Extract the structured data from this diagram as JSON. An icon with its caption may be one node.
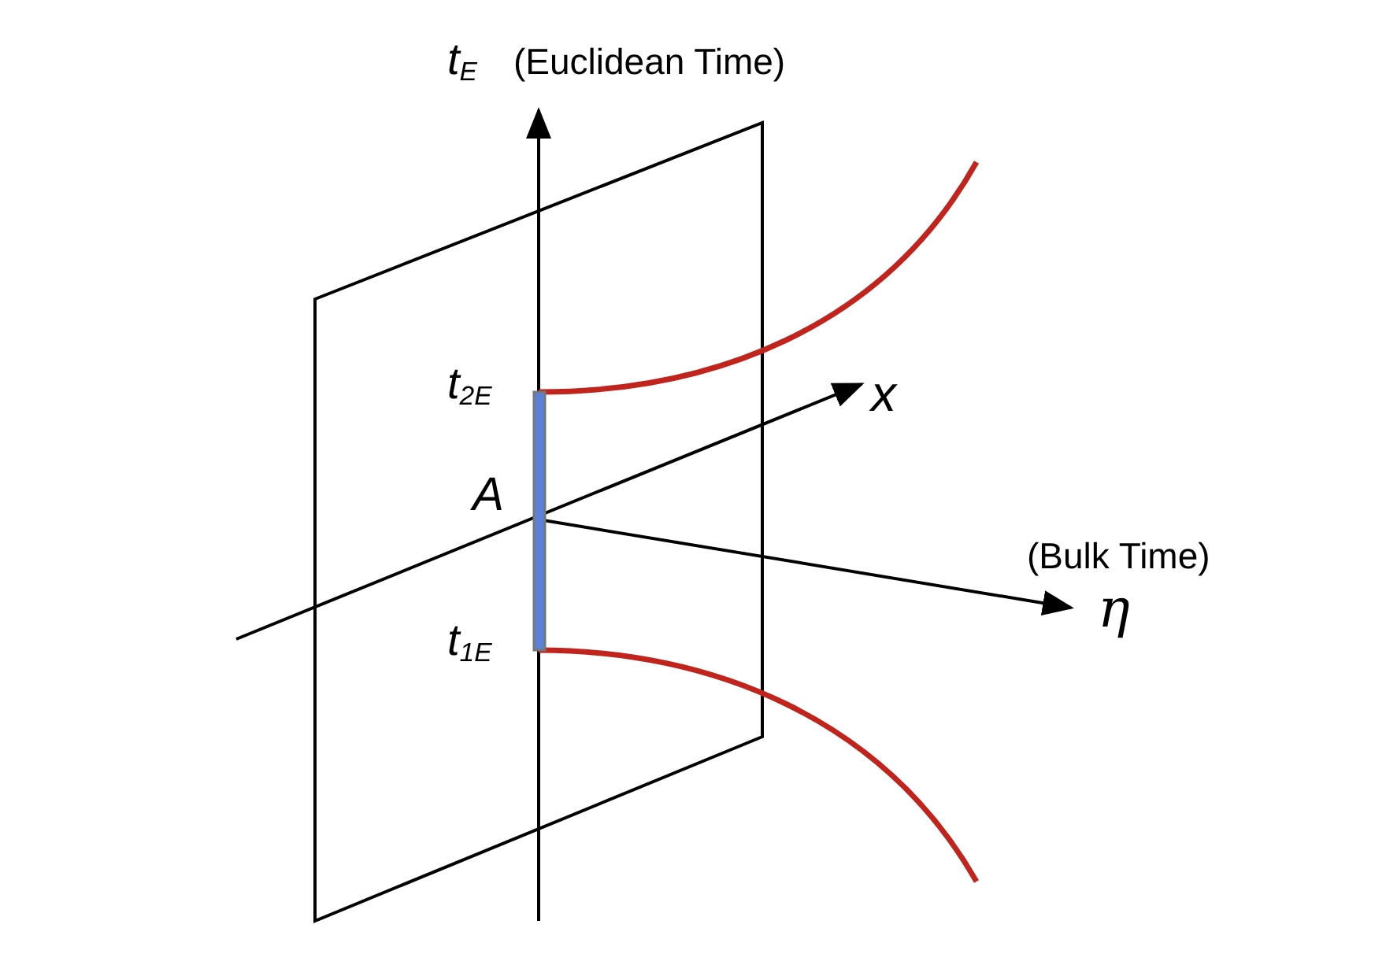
{
  "diagram": {
    "labels": [
      "t$_{E}$",
      "(Euclidean Time)",
      "t$_{2E}$",
      "x",
      "A",
      "(Bulk Time)",
      "η",
      "t$_{1E}$"
    ]
  }
}
